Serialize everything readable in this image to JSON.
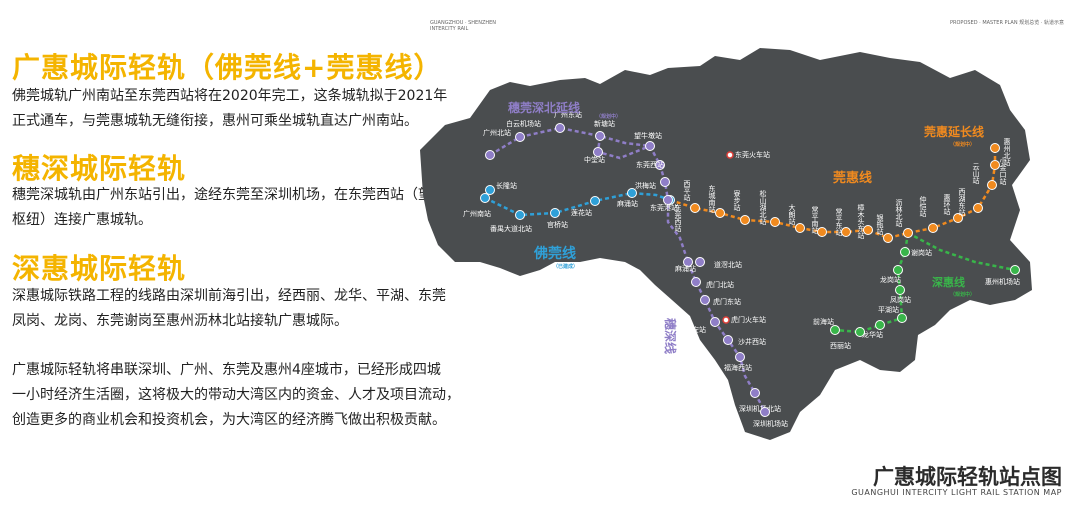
{
  "header": {
    "left_small": "GUANGZHOU · SHENZHEN",
    "left_small_2": "INTERCITY RAIL",
    "right_small": "PROPOSED · MASTER PLAN",
    "right_small_2": "规划总览 · 轨道示意"
  },
  "sections": [
    {
      "title": "广惠城际轻轨（佛莞线+莞惠线）",
      "lines": [
        "佛莞城轨广州南站至东莞西站将在2020年完工，这条城轨拟于2021年",
        "正式通车，与莞惠城轨无缝衔接，惠州可乘坐城轨直达广州南站。"
      ]
    },
    {
      "title": "穗深城际轻轨",
      "lines": [
        "穗莞深城轨由广州东站引出，途经东莞至深圳机场，在东莞西站（望洪",
        "枢纽）连接广惠城轨。"
      ]
    },
    {
      "title": "深惠城际轻轨",
      "lines": [
        "深惠城际铁路工程的线路由深圳前海引出，经西丽、龙华、平湖、东莞",
        "凤岗、龙岗、东莞谢岗至惠州沥林北站接轨广惠城际。"
      ]
    },
    {
      "title": "",
      "lines": [
        "广惠城际轻轨将串联深圳、广州、东莞及惠州4座城市，已经形成四城",
        "一小时经济生活圈，这将极大的带动大湾区内的资金、人才及项目流动，",
        "创造更多的商业机会和投资机会，为大湾区的经济腾飞做出积极贡献。"
      ]
    }
  ],
  "map": {
    "title": "广惠城际轻轨站点图",
    "subtitle": "GUANGHUI INTERCITY LIGHT RAIL STATION MAP",
    "colors": {
      "region": "#4a4d4f",
      "fofan": "#2fa0d8",
      "guanhui": "#f08a1f",
      "suishen": "#8f7ec7",
      "shenhui": "#39b54a",
      "label": "#ffffff"
    },
    "line_names": {
      "suishen_north": "穗莞深北延线",
      "suishen_north_sub": "（规划中）",
      "fofan": "佛莞线",
      "fofan_sub": "（已建成）",
      "guanhui": "莞惠线",
      "guanhui_ext": "莞惠延长线",
      "guanhui_ext_sub": "（规划中）",
      "suishen": "穗深线",
      "shenhui": "深惠线",
      "shenhui_sub": "（规划中）"
    },
    "stations": {
      "fofan": [
        "广州南站",
        "长隆站",
        "番禺大道北站",
        "官桥站",
        "莲花站",
        "麻涌站",
        "东莞西站"
      ],
      "suishen": [
        "广州北站",
        "白云机场站",
        "广州东站",
        "新塘站",
        "中堂站",
        "望牛墩站",
        "东莞西站",
        "洪梅站",
        "东莞港站",
        "麻涌站",
        "道滘北站",
        "虎门北站",
        "虎门东站",
        "长安站",
        "沙井西站",
        "福海西站",
        "深圳机场北站",
        "深圳机场站"
      ],
      "guanhui": [
        "东莞西站",
        "西平站",
        "东城南站",
        "寮步站",
        "松山湖北站",
        "大朗站",
        "常平南站",
        "常平东站",
        "樟木头东站",
        "银瓶站",
        "沥林北站",
        "仲恺站",
        "惠环站",
        "西湖东站",
        "云山站",
        "小金口站",
        "惠州北站"
      ],
      "shenhui": [
        "沥林北站",
        "谢岗站",
        "龙岗站",
        "凤岗站",
        "平湖站",
        "龙华站",
        "西丽站",
        "前海站",
        "惠州机场站"
      ],
      "other_labels": [
        "东莞火车站",
        "虎门火车站"
      ]
    }
  }
}
